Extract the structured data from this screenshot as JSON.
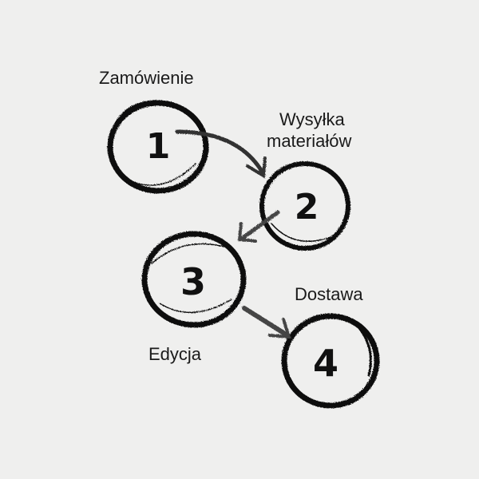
{
  "diagram": {
    "type": "process-flow",
    "background": "#efefee",
    "steps": [
      {
        "number": "1",
        "label": "Zamówienie"
      },
      {
        "number": "2",
        "label_line1": "Wysyłka",
        "label_line2": "materiałów"
      },
      {
        "number": "3",
        "label": "Edycja"
      },
      {
        "number": "4",
        "label": "Dostawa"
      }
    ],
    "arrows": [
      {
        "from": "1",
        "to": "2"
      },
      {
        "from": "2",
        "to": "3"
      },
      {
        "from": "3",
        "to": "4"
      }
    ]
  }
}
